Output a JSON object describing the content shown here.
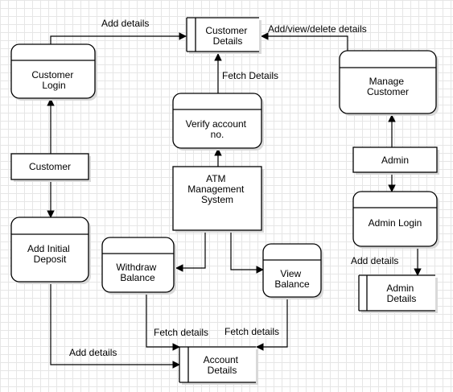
{
  "nodes": {
    "customer_details": [
      "Customer",
      "Details"
    ],
    "customer_login": [
      "Customer",
      "Login"
    ],
    "manage_customer": [
      "Manage",
      "Customer"
    ],
    "verify_account": [
      "Verify account",
      "no."
    ],
    "customer": [
      "Customer"
    ],
    "atm_system": [
      "ATM",
      "Management",
      "System"
    ],
    "admin": [
      "Admin"
    ],
    "add_initial_deposit": [
      "Add Initial",
      "Deposit"
    ],
    "admin_login": [
      "Admin Login"
    ],
    "withdraw_balance": [
      "Withdraw",
      "Balance"
    ],
    "view_balance": [
      "View",
      "Balance"
    ],
    "admin_details": [
      "Admin",
      "Details"
    ],
    "account_details": [
      "Account",
      "Details"
    ]
  },
  "edge_labels": {
    "login_to_customer_details": "Add details",
    "manage_to_customer_details": "Add/view/delete details",
    "verify_to_customer_details": "Fetch Details",
    "admin_login_to_admin_details": "Add details",
    "withdraw_to_account_details": "Fetch details",
    "view_to_account_details": "Fetch details",
    "deposit_to_account_details": "Add details"
  },
  "colors": {
    "stroke": "#000000",
    "fill": "#ffffff",
    "shadow": "#d9d9d9",
    "grid": "#e6e6e6"
  }
}
